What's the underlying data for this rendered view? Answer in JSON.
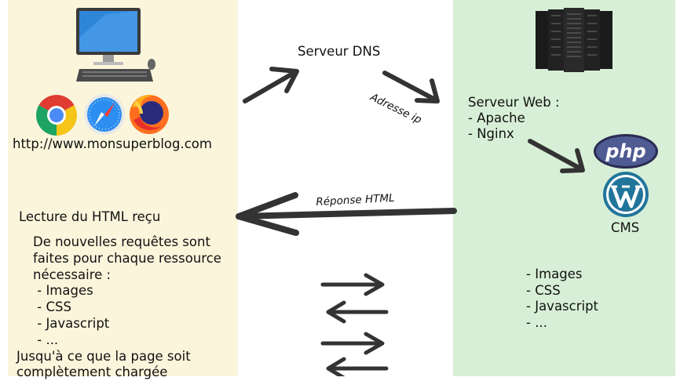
{
  "client": {
    "url": "http://www.monsuperblog.com",
    "reading": "Lecture du HTML reçu",
    "requests_text": [
      "De nouvelles requêtes sont",
      "faites pour chaque ressource",
      "nécessaire :"
    ],
    "resource_list": [
      " - Images",
      " - CSS",
      " - Javascript",
      " - ..."
    ],
    "until_text": [
      "Jusqu'à ce que la page soit",
      "complètement chargée"
    ]
  },
  "dns": {
    "label": "Serveur DNS",
    "arrow_label": "Adresse ip"
  },
  "server": {
    "title": "Serveur Web :",
    "items": [
      "- Apache",
      "- Nginx"
    ],
    "php_logo": "php",
    "cms_label": "CMS",
    "resources": [
      "- Images",
      "- CSS",
      "- Javascript",
      "- ..."
    ]
  },
  "response_label": "Réponse HTML",
  "icons": [
    "desktop-computer-icon",
    "chrome-icon",
    "safari-icon",
    "firefox-icon",
    "server-rack-icon",
    "php-logo-icon",
    "wordpress-icon"
  ],
  "colors": {
    "left_panel": "#fbf5dc",
    "right_panel": "#d7efd6",
    "arrow": "#333333"
  }
}
